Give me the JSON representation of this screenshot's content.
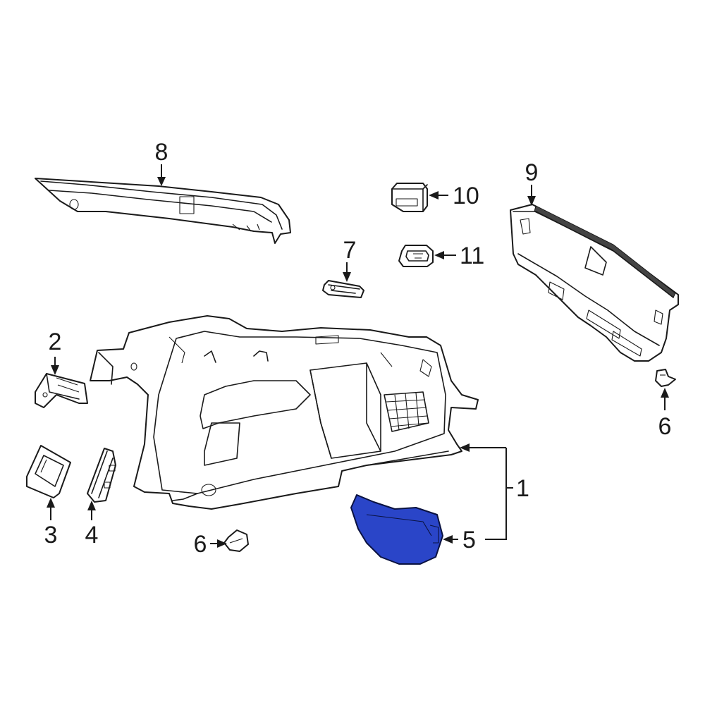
{
  "diagram": {
    "highlight_color": "#2a45c8",
    "callouts": {
      "c1": "1",
      "c2": "2",
      "c3": "3",
      "c4": "4",
      "c5": "5",
      "c6a": "6",
      "c6b": "6",
      "c7": "7",
      "c8": "8",
      "c9": "9",
      "c10": "10",
      "c11": "11"
    }
  }
}
